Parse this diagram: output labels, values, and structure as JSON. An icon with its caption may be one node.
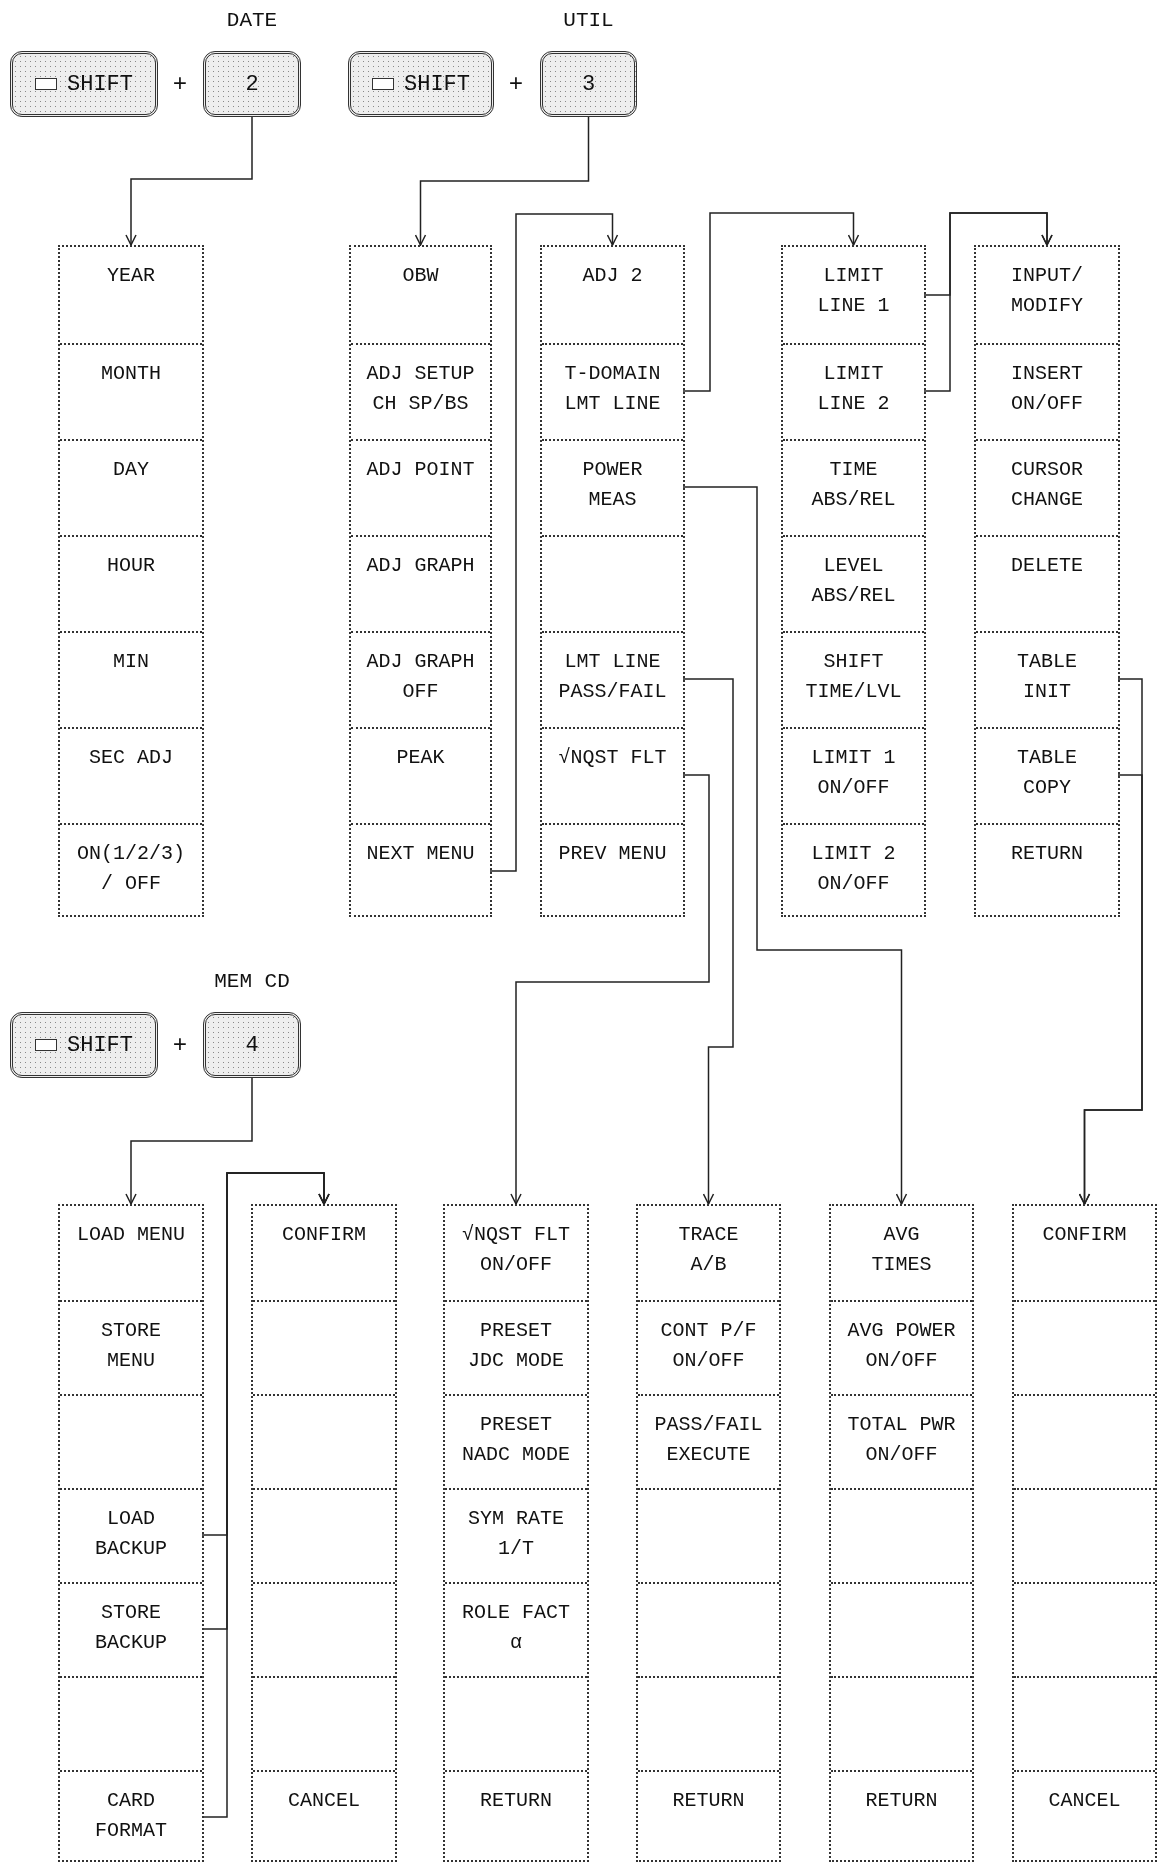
{
  "diagram": {
    "nodes": [
      {
        "text": [
          "SHIFT"
        ]
      },
      {
        "text": [
          "2"
        ],
        "beside": [
          "DATE"
        ]
      },
      {
        "text": [
          "SHIFT"
        ]
      },
      {
        "text": [
          "3"
        ],
        "beside": [
          "UTIL"
        ]
      },
      {
        "text": [],
        "shape": "box"
      },
      {
        "text": [
          "YEAR"
        ],
        "in": 4
      },
      {
        "text": [
          "MONTH"
        ],
        "in": 4
      },
      {
        "text": [
          "DAY"
        ],
        "in": 4
      },
      {
        "text": [
          "HOUR"
        ],
        "in": 4
      },
      {
        "text": [
          "MIN"
        ],
        "in": 4
      },
      {
        "text": [
          "SEC ADJ"
        ],
        "in": 4
      },
      {
        "text": [
          "ON(1/2/3) / OFF"
        ],
        "in": 4
      },
      {
        "text": [],
        "shape": "box"
      },
      {
        "text": [
          "OBW"
        ],
        "in": 12
      },
      {
        "text": [
          "ADJ SETUP CH SP/BS"
        ],
        "in": 12
      },
      {
        "text": [
          "ADJ POINT"
        ],
        "in": 12
      },
      {
        "text": [
          "ADJ GRAPH"
        ],
        "in": 12
      },
      {
        "text": [
          "ADJ GRAPH OFF"
        ],
        "in": 12
      },
      {
        "text": [
          "PEAK"
        ],
        "in": 12
      },
      {
        "text": [
          "NEXT MENU"
        ],
        "in": 12
      },
      {
        "text": [],
        "shape": "box"
      },
      {
        "text": [
          "ADJ 2"
        ],
        "in": 20
      },
      {
        "text": [
          "T-DOMAIN LMT LINE"
        ],
        "in": 20
      },
      {
        "text": [
          "POWER MEAS"
        ],
        "in": 20
      },
      {
        "text": [],
        "shape": "box",
        "in": 20
      },
      {
        "text": [
          "LMT LINE PASS/FAIL"
        ],
        "in": 20
      },
      {
        "text": [
          "√NQST FLT"
        ],
        "in": 20
      },
      {
        "text": [
          "PREV MENU"
        ],
        "in": 20
      },
      {
        "text": [],
        "shape": "box"
      },
      {
        "text": [
          "LIMIT LINE 1"
        ],
        "in": 28
      },
      {
        "text": [
          "LIMIT LINE 2"
        ],
        "in": 28
      },
      {
        "text": [
          "TIME ABS/REL"
        ],
        "in": 28
      },
      {
        "text": [
          "LEVEL ABS/REL"
        ],
        "in": 28
      },
      {
        "text": [
          "SHIFT TIME/LVL"
        ],
        "in": 28
      },
      {
        "text": [
          "LIMIT 1 ON/OFF"
        ],
        "in": 28
      },
      {
        "text": [
          "LIMIT 2 ON/OFF"
        ],
        "in": 28
      },
      {
        "text": [],
        "shape": "box"
      },
      {
        "text": [
          "INPUT/ MODIFY"
        ],
        "in": 36
      },
      {
        "text": [
          "INSERT ON/OFF"
        ],
        "in": 36
      },
      {
        "text": [
          "CURSOR CHANGE"
        ],
        "in": 36
      },
      {
        "text": [
          "DELETE"
        ],
        "in": 36
      },
      {
        "text": [
          "TABLE INIT"
        ],
        "in": 36
      },
      {
        "text": [
          "TABLE COPY"
        ],
        "in": 36
      },
      {
        "text": [
          "RETURN"
        ],
        "in": 36
      },
      {
        "text": [
          "SHIFT"
        ]
      },
      {
        "text": [
          "4"
        ],
        "beside": [
          "MEM CD"
        ]
      },
      {
        "text": [],
        "shape": "box"
      },
      {
        "text": [
          "LOAD MENU"
        ],
        "in": 46
      },
      {
        "text": [
          "STORE MENU"
        ],
        "in": 46
      },
      {
        "text": [],
        "shape": "box",
        "in": 46
      },
      {
        "text": [
          "LOAD BACKUP"
        ],
        "in": 46
      },
      {
        "text": [
          "STORE BACKUP"
        ],
        "in": 46
      },
      {
        "text": [],
        "shape": "box",
        "in": 46
      },
      {
        "text": [
          "CARD FORMAT"
        ],
        "in": 46
      },
      {
        "text": [],
        "shape": "box"
      },
      {
        "text": [
          "CONFIRM"
        ],
        "in": 54
      },
      {
        "text": [],
        "shape": "box",
        "in": 54
      },
      {
        "text": [],
        "shape": "box",
        "in": 54
      },
      {
        "text": [],
        "shape": "box",
        "in": 54
      },
      {
        "text": [],
        "shape": "box",
        "in": 54
      },
      {
        "text": [],
        "shape": "box",
        "in": 54
      },
      {
        "text": [
          "CANCEL"
        ],
        "in": 54
      },
      {
        "text": [],
        "shape": "box"
      },
      {
        "text": [
          "√NQST FLT ON/OFF"
        ],
        "in": 62
      },
      {
        "text": [
          "PRESET JDC MODE"
        ],
        "in": 62
      },
      {
        "text": [
          "PRESET NADC MODE"
        ],
        "in": 62
      },
      {
        "text": [
          "SYM RATE 1/T"
        ],
        "in": 62
      },
      {
        "text": [
          "ROLE FACT α"
        ],
        "in": 62
      },
      {
        "text": [],
        "shape": "box",
        "in": 62
      },
      {
        "text": [
          "RETURN"
        ],
        "in": 62
      },
      {
        "text": [],
        "shape": "box"
      },
      {
        "text": [
          "TRACE A/B"
        ],
        "in": 70
      },
      {
        "text": [
          "CONT P/F ON/OFF"
        ],
        "in": 70
      },
      {
        "text": [
          "PASS/FAIL EXECUTE"
        ],
        "in": 70
      },
      {
        "text": [],
        "shape": "box",
        "in": 70
      },
      {
        "text": [],
        "shape": "box",
        "in": 70
      },
      {
        "text": [],
        "shape": "box",
        "in": 70
      },
      {
        "text": [
          "RETURN"
        ],
        "in": 70
      },
      {
        "text": [],
        "shape": "box"
      },
      {
        "text": [
          "AVG TIMES"
        ],
        "in": 78
      },
      {
        "text": [
          "AVG POWER ON/OFF"
        ],
        "in": 78
      },
      {
        "text": [
          "TOTAL PWR ON/OFF"
        ],
        "in": 78
      },
      {
        "text": [],
        "shape": "box",
        "in": 78
      },
      {
        "text": [],
        "shape": "box",
        "in": 78
      },
      {
        "text": [],
        "shape": "box",
        "in": 78
      },
      {
        "text": [
          "RETURN"
        ],
        "in": 78
      },
      {
        "text": [],
        "shape": "box"
      },
      {
        "text": [
          "CONFIRM"
        ],
        "in": 86
      },
      {
        "text": [],
        "shape": "box",
        "in": 86
      },
      {
        "text": [],
        "shape": "box",
        "in": 86
      },
      {
        "text": [],
        "shape": "box",
        "in": 86
      },
      {
        "text": [],
        "shape": "box",
        "in": 86
      },
      {
        "text": [],
        "shape": "box",
        "in": 86
      },
      {
        "text": [
          "CANCEL"
        ],
        "in": 86
      }
    ],
    "edges": [
      {
        "from": 1,
        "to": 4,
        "arrow": "to"
      },
      {
        "from": 3,
        "to": 12,
        "arrow": "to"
      },
      {
        "from": 19,
        "to": 20,
        "arrow": "to"
      },
      {
        "from": 22,
        "to": 28,
        "arrow": "to"
      },
      {
        "from": 29,
        "to": 36,
        "arrow": "to"
      },
      {
        "from": 30,
        "to": 36,
        "arrow": "to"
      },
      {
        "from": 23,
        "to": 78,
        "arrow": "to"
      },
      {
        "from": 25,
        "to": 70,
        "arrow": "to"
      },
      {
        "from": 26,
        "to": 62,
        "arrow": "to"
      },
      {
        "from": 41,
        "to": 86,
        "arrow": "to"
      },
      {
        "from": 42,
        "to": 86,
        "arrow": "to"
      },
      {
        "from": 45,
        "to": 46,
        "arrow": "to"
      },
      {
        "from": 50,
        "to": 54,
        "arrow": "to"
      },
      {
        "from": 51,
        "to": 54,
        "arrow": "to"
      },
      {
        "from": 53,
        "to": 54,
        "arrow": "to"
      }
    ],
    "labels": [
      "+",
      "+",
      "+"
    ]
  }
}
